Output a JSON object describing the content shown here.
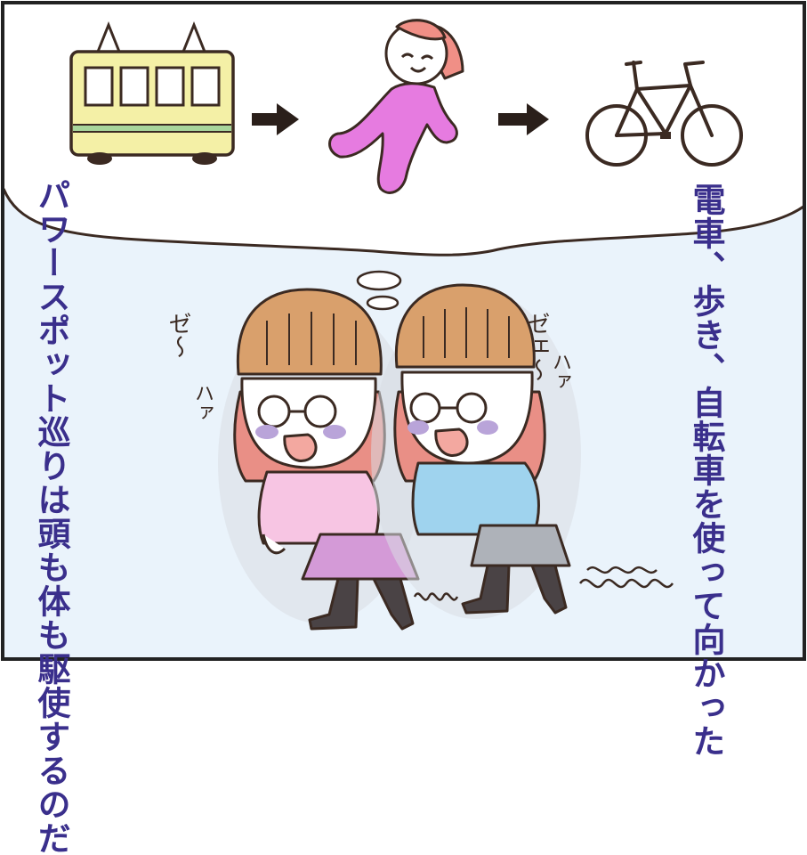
{
  "narration": {
    "right": "電車、歩き、自転車を使って向かった",
    "left": "パワースポット巡りは頭も体も駆使するのだ"
  },
  "sound_effects": {
    "left_pant": "ゼ〜",
    "left_haa": "ハァ",
    "right_pant": "ゼェ〜",
    "right_haa": "ハァ"
  },
  "colors": {
    "border": "#222222",
    "sky": "#eaf3fb",
    "text": "#3a2f8c",
    "train": "#f4f0a6",
    "walker": "#e67be0",
    "hat": "#d9a06c",
    "hair": "#e98f86",
    "girl_left_top": "#f7c5e3",
    "girl_left_skirt": "#d49ad7",
    "girl_right_top": "#9fd3ee",
    "girl_right_skirt": "#aeb2b9"
  },
  "icons": [
    "train-icon",
    "arrow-right-icon",
    "walking-person-icon",
    "bicycle-icon"
  ]
}
